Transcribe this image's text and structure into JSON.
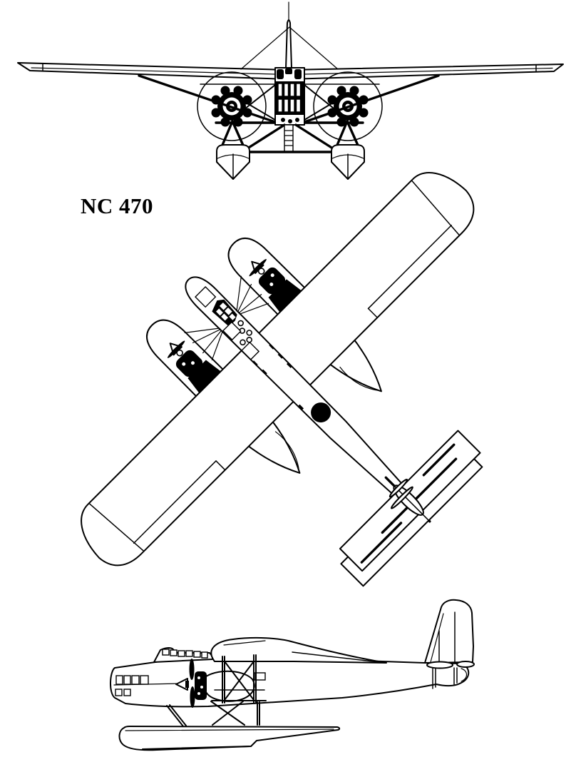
{
  "title": {
    "text": "NC 470"
  },
  "colors": {
    "ink": "#000000",
    "paper": "#ffffff"
  },
  "views": {
    "front": "front-elevation",
    "plan": "plan-view-rotated",
    "side": "side-elevation"
  },
  "marking": {
    "fuselage_roundel": "filled-black-disc"
  }
}
